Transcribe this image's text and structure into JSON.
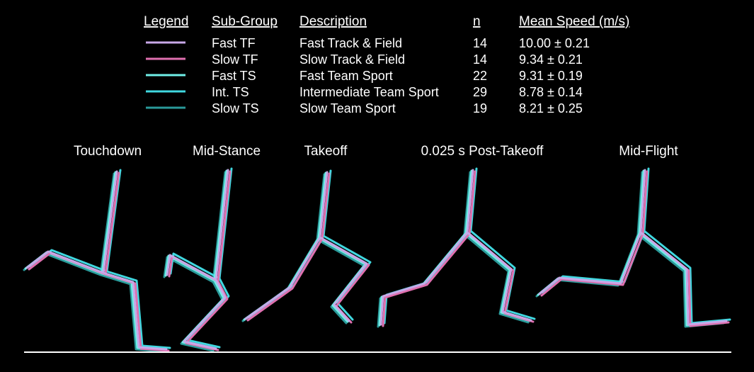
{
  "legend": {
    "headers": {
      "legend": "Legend",
      "subgroup": "Sub-Group",
      "description": "Description",
      "n": "n",
      "speed": "Mean Speed (m/s)"
    },
    "rows": [
      {
        "subgroup": "Fast TF",
        "description": "Fast Track & Field",
        "n": "14",
        "speed": "10.00 ± 0.21",
        "color": "#c8a8e8"
      },
      {
        "subgroup": "Slow TF",
        "description": "Slow Track & Field",
        "n": "14",
        "speed": "9.34 ± 0.21",
        "color": "#e070b0"
      },
      {
        "subgroup": "Fast TS",
        "description": "Fast Team Sport",
        "n": "22",
        "speed": "9.31 ± 0.19",
        "color": "#70f0e8"
      },
      {
        "subgroup": "Int. TS",
        "description": "Intermediate Team Sport",
        "n": "29",
        "speed": "8.78 ± 0.14",
        "color": "#40d8e0"
      },
      {
        "subgroup": "Slow TS",
        "description": "Slow Team Sport",
        "n": "19",
        "speed": "8.21 ± 0.25",
        "color": "#2a9a9a"
      }
    ]
  },
  "phases": [
    "Touchdown",
    "Mid-Stance",
    "Takeoff",
    "0.025 s Post-Takeoff",
    "Mid-Flight"
  ],
  "colors": {
    "background": "#000000",
    "ground": "#ffffff",
    "text": "#ffffff"
  }
}
